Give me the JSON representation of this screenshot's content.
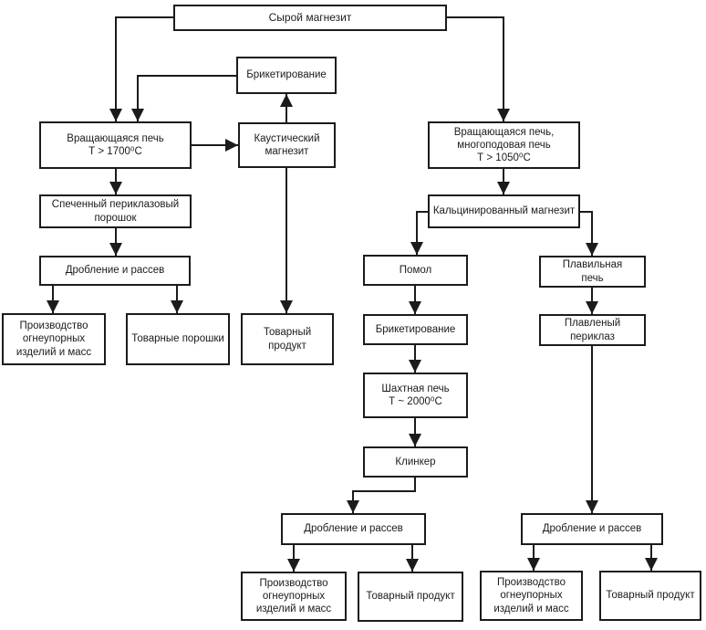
{
  "diagram": {
    "kind": "flowchart",
    "language": "ru",
    "colors": {
      "line": "#1b1b1b",
      "box_background": "#ffffff",
      "page_background": "#ffffff"
    },
    "nodes": {
      "raw_magnesite": {
        "label": "Сырой магнезит"
      },
      "briquetting_top": {
        "label": "Брикетирование"
      },
      "rotary_kiln_left": {
        "label": "Вращающаяся печь\nТ > 1700⁰С"
      },
      "caustic_magnesite": {
        "label": "Каустический\nмагнезит"
      },
      "rotary_multihearth_kiln": {
        "label": "Вращающаяся печь,\nмногоподовая печь\nТ > 1050⁰С"
      },
      "sintered_periclase_powder": {
        "label": "Спеченный периклазовый\nпорошок"
      },
      "calcined_magnesite": {
        "label": "Кальцинированный магнезит"
      },
      "crushing_screening_left": {
        "label": "Дробление и рассев"
      },
      "grinding": {
        "label": "Помол"
      },
      "melting_furnace": {
        "label": "Плавильная\nпечь"
      },
      "refractory_production_left": {
        "label": "Производство\nогнеупорных\nизделий и масс"
      },
      "commercial_powders": {
        "label": "Товарные порошки"
      },
      "commercial_product_left": {
        "label": "Товарный\nпродукт"
      },
      "briquetting_mid": {
        "label": "Брикетирование"
      },
      "fused_periclase": {
        "label": "Плавленый\nпериклаз"
      },
      "shaft_furnace": {
        "label": "Шахтная печь\nТ ~ 2000⁰С"
      },
      "clinker": {
        "label": "Клинкер"
      },
      "crushing_screening_mid": {
        "label": "Дробление и рассев"
      },
      "crushing_screening_right": {
        "label": "Дробление и рассев"
      },
      "refractory_production_mid": {
        "label": "Производство\nогнеупорных\nизделий и масс"
      },
      "commercial_product_mid": {
        "label": "Товарный продукт"
      },
      "refractory_production_right": {
        "label": "Производство\nогнеупорных\nизделий и масс"
      },
      "commercial_product_right": {
        "label": "Товарный продукт"
      }
    }
  }
}
